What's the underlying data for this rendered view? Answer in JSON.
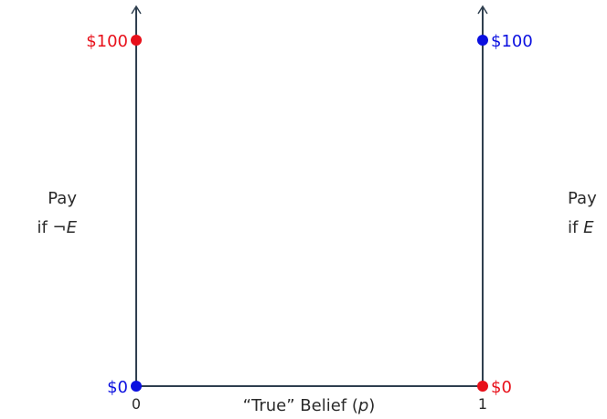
{
  "colors": {
    "axis": "#2f3f4f",
    "red": "#e8101a",
    "blue": "#0b10e0",
    "text": "#2b2b2b"
  },
  "labels": {
    "top_left": "$100",
    "top_right": "$100",
    "bottom_left": "$0",
    "bottom_right": "$0",
    "tick_zero": "0",
    "tick_one": "1",
    "x_axis_text": "“True” Belief (",
    "x_axis_var": "p",
    "x_axis_close": ")",
    "left_pay": "Pay",
    "left_if": "if ¬",
    "left_event": "E",
    "right_pay": "Pay",
    "right_if": "if ",
    "right_event": "E"
  }
}
